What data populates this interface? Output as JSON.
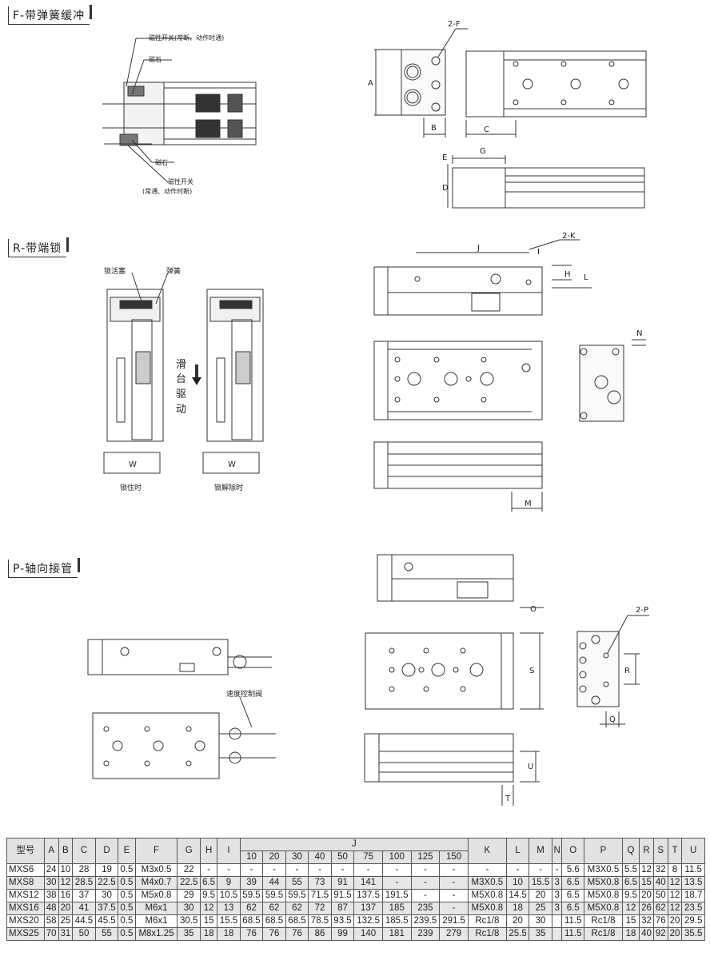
{
  "sections": {
    "f": {
      "title": "F-带弹簧缓冲"
    },
    "r": {
      "title": "R-带端锁"
    },
    "p": {
      "title": "P-轴向接管"
    }
  },
  "f_section": {
    "left_labels": {
      "switch_top": "磁性开关(常断、动作时通)",
      "magnet_top": "磁石",
      "magnet_bottom": "磁石",
      "switch_bottom_1": "磁性开关",
      "switch_bottom_2": "(常通、动作时断)"
    },
    "dims": {
      "f": "2-F",
      "a": "A",
      "b": "B",
      "c": "C",
      "g": "G",
      "e": "E",
      "d": "D"
    }
  },
  "r_section": {
    "labels": {
      "lock_piston": "锁活塞",
      "spring": "弹簧",
      "w_left": "W",
      "w_right": "W",
      "locked": "锁住时",
      "unlocked": "锁解除时"
    },
    "drive_text": [
      "滑",
      "台",
      "驱",
      "动"
    ],
    "dims": {
      "j": "J",
      "k": "2-K",
      "h": "H",
      "l": "L",
      "i": "I",
      "n": "N",
      "m": "M"
    }
  },
  "p_section": {
    "labels": {
      "speed_valve": "速度控制阀"
    },
    "dims": {
      "p": "2-P",
      "o": "O",
      "s": "S",
      "r": "R",
      "q": "Q",
      "u": "U",
      "t": "T"
    }
  },
  "table": {
    "header_top": [
      "型号",
      "A",
      "B",
      "C",
      "D",
      "E",
      "F",
      "G",
      "H",
      "I",
      "J",
      "K",
      "L",
      "M",
      "N",
      "O",
      "P",
      "Q",
      "R",
      "S",
      "T",
      "U"
    ],
    "j_sub": [
      "10",
      "20",
      "30",
      "40",
      "50",
      "75",
      "100",
      "125",
      "150"
    ],
    "rows": [
      [
        "MXS6",
        "24",
        "10",
        "28",
        "19",
        "0.5",
        "M3x0.5",
        "22",
        "-",
        "-",
        "-",
        "-",
        "-",
        "-",
        "-",
        "-",
        "-",
        "-",
        "-",
        "-",
        "-",
        "-",
        "-",
        "5.6",
        "M3X0.5",
        "5.5",
        "12",
        "32",
        "8",
        "11.5"
      ],
      [
        "MXS8",
        "30",
        "12",
        "28.5",
        "22.5",
        "0.5",
        "M4x0.7",
        "22.5",
        "6.5",
        "9",
        "39",
        "44",
        "55",
        "73",
        "91",
        "141",
        "-",
        "-",
        "-",
        "M3X0.5",
        "10",
        "15.5",
        "3",
        "6.5",
        "M5X0.8",
        "6.5",
        "15",
        "40",
        "12",
        "13.5"
      ],
      [
        "MXS12",
        "38",
        "16",
        "37",
        "30",
        "0.5",
        "M5x0.8",
        "29",
        "9.5",
        "10.5",
        "59.5",
        "59.5",
        "59.5",
        "71.5",
        "91.5",
        "137.5",
        "191.5",
        "-",
        "-",
        "M5X0.8",
        "14.5",
        "20",
        "3",
        "6.5",
        "M5X0.8",
        "9.5",
        "20",
        "50",
        "12",
        "18.7"
      ],
      [
        "MXS16",
        "48",
        "20",
        "41",
        "37.5",
        "0.5",
        "M6x1",
        "30",
        "12",
        "13",
        "62",
        "62",
        "62",
        "72",
        "87",
        "137",
        "185",
        "235",
        "-",
        "M5X0.8",
        "18",
        "25",
        "3",
        "6.5",
        "M5X0.8",
        "12",
        "26",
        "62",
        "12",
        "23.5"
      ],
      [
        "MXS20",
        "58",
        "25",
        "44.5",
        "45.5",
        "0.5",
        "M6x1",
        "30.5",
        "15",
        "15.5",
        "68.5",
        "68.5",
        "68.5",
        "78.5",
        "93.5",
        "132.5",
        "185.5",
        "239.5",
        "291.5",
        "Rc1/8",
        "20",
        "30",
        "",
        "11.5",
        "Rc1/8",
        "15",
        "32",
        "76",
        "20",
        "29.5"
      ],
      [
        "MXS25",
        "70",
        "31",
        "50",
        "55",
        "0.5",
        "M8x1.25",
        "35",
        "18",
        "18",
        "76",
        "76",
        "76",
        "86",
        "99",
        "140",
        "181",
        "239",
        "279",
        "Rc1/8",
        "25.5",
        "35",
        "",
        "11.5",
        "Rc1/8",
        "18",
        "40",
        "92",
        "20",
        "35.5"
      ]
    ]
  }
}
